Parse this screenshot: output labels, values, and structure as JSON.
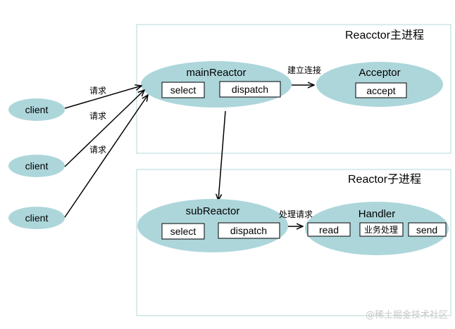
{
  "main_process": {
    "title": "Reacctor主进程",
    "reactor": {
      "name": "mainReactor",
      "select": "select",
      "dispatch": "dispatch"
    },
    "connect_label": "建立连接",
    "acceptor": {
      "name": "Acceptor",
      "accept": "accept"
    }
  },
  "sub_process": {
    "title": "Reactor子进程",
    "reactor": {
      "name": "subReactor",
      "select": "select",
      "dispatch": "dispatch"
    },
    "handle_label": "处理请求",
    "handler": {
      "name": "Handler",
      "read": "read",
      "business": "业务处理",
      "send": "send"
    }
  },
  "clients": [
    {
      "name": "client",
      "request_label": "请求"
    },
    {
      "name": "client",
      "request_label": "请求"
    },
    {
      "name": "client",
      "request_label": "请求"
    }
  ],
  "watermark": "@稀土掘金技术社区",
  "colors": {
    "ellipse_fill": "#add6db",
    "process_border": "#b6d7d7",
    "line": "#000000"
  }
}
